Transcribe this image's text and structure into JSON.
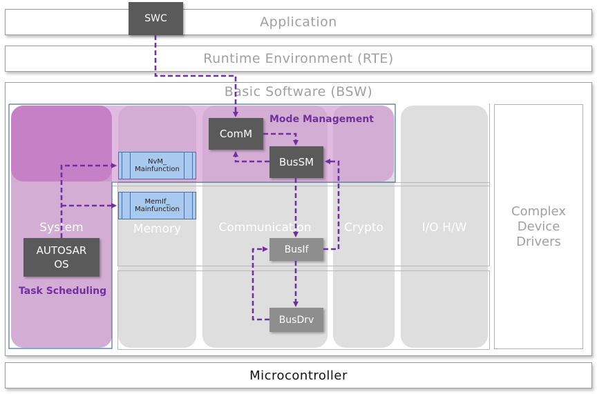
{
  "layers": {
    "application": "Application",
    "rte": "Runtime Environment (RTE)",
    "bsw": "Basic Software (BSW)",
    "microcontroller": "Microcontroller"
  },
  "columns": {
    "system": "System",
    "memory": "Memory",
    "communication": "Communication",
    "crypto": "Crypto",
    "io_hw": "I/O H/W",
    "complex_device_drivers": "Complex Device Drivers"
  },
  "modules": {
    "swc": "SWC",
    "comm": "ComM",
    "bussm": "BusSM",
    "busif": "BusIf",
    "busdrv": "BusDrv",
    "autosar_os_line1": "AUTOSAR",
    "autosar_os_line2": "OS",
    "nvm_line1": "NvM_",
    "nvm_line2": "Mainfunction",
    "memif_line1": "MemIf_",
    "memif_line2": "Mainfunction"
  },
  "annotations": {
    "mode_management": "Mode Management",
    "task_scheduling": "Task Scheduling"
  },
  "colors": {
    "arrow": "#7030a0",
    "pink_overlay": "#cd8ccd",
    "dark_module": "#5a5a5a",
    "mid_module": "#8e8e8e",
    "function_box": "#a9c9ee"
  }
}
